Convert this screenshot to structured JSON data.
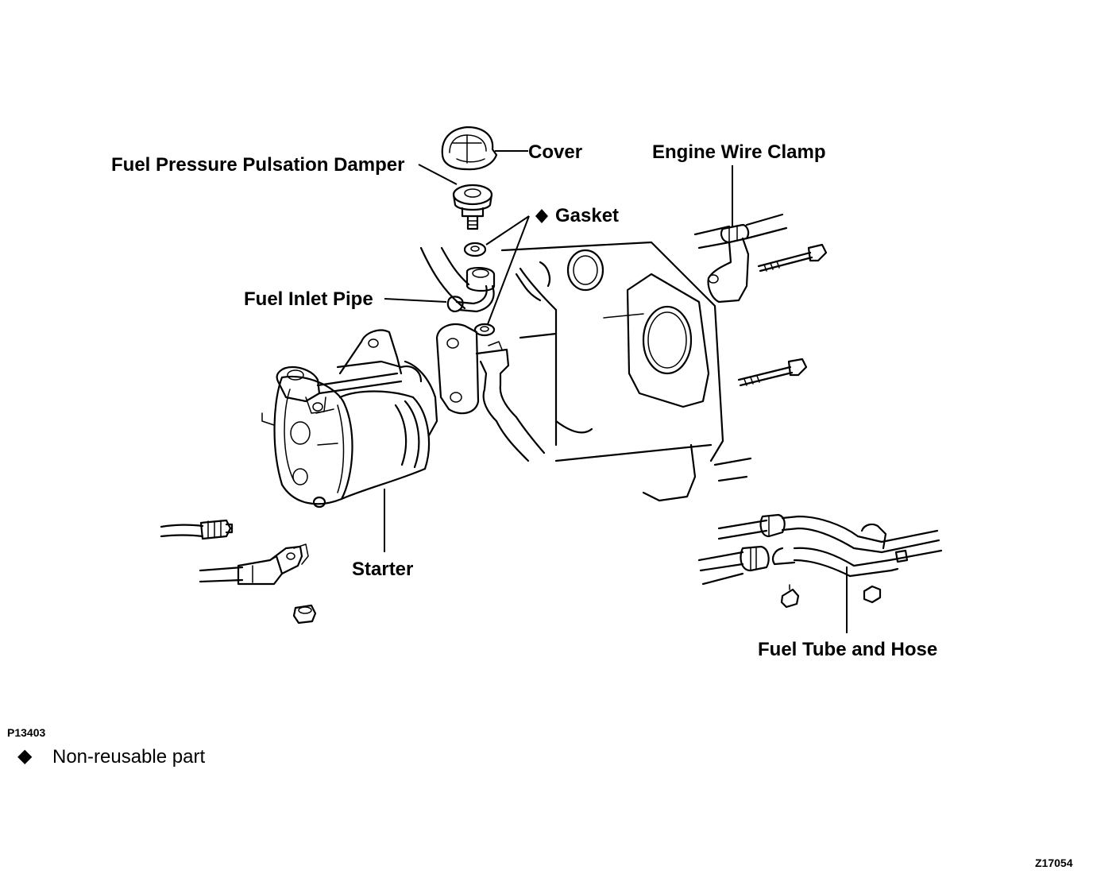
{
  "labels": {
    "cover": "Cover",
    "damper": "Fuel Pressure Pulsation Damper",
    "gasket": "Gasket",
    "wire_clamp": "Engine Wire Clamp",
    "inlet_pipe": "Fuel Inlet Pipe",
    "starter": "Starter",
    "fuel_tube": "Fuel Tube and Hose"
  },
  "codes": {
    "figure_id": "P13403",
    "ref_id": "Z17054"
  },
  "legend": {
    "symbol": "◆",
    "text": "Non-reusable part"
  }
}
